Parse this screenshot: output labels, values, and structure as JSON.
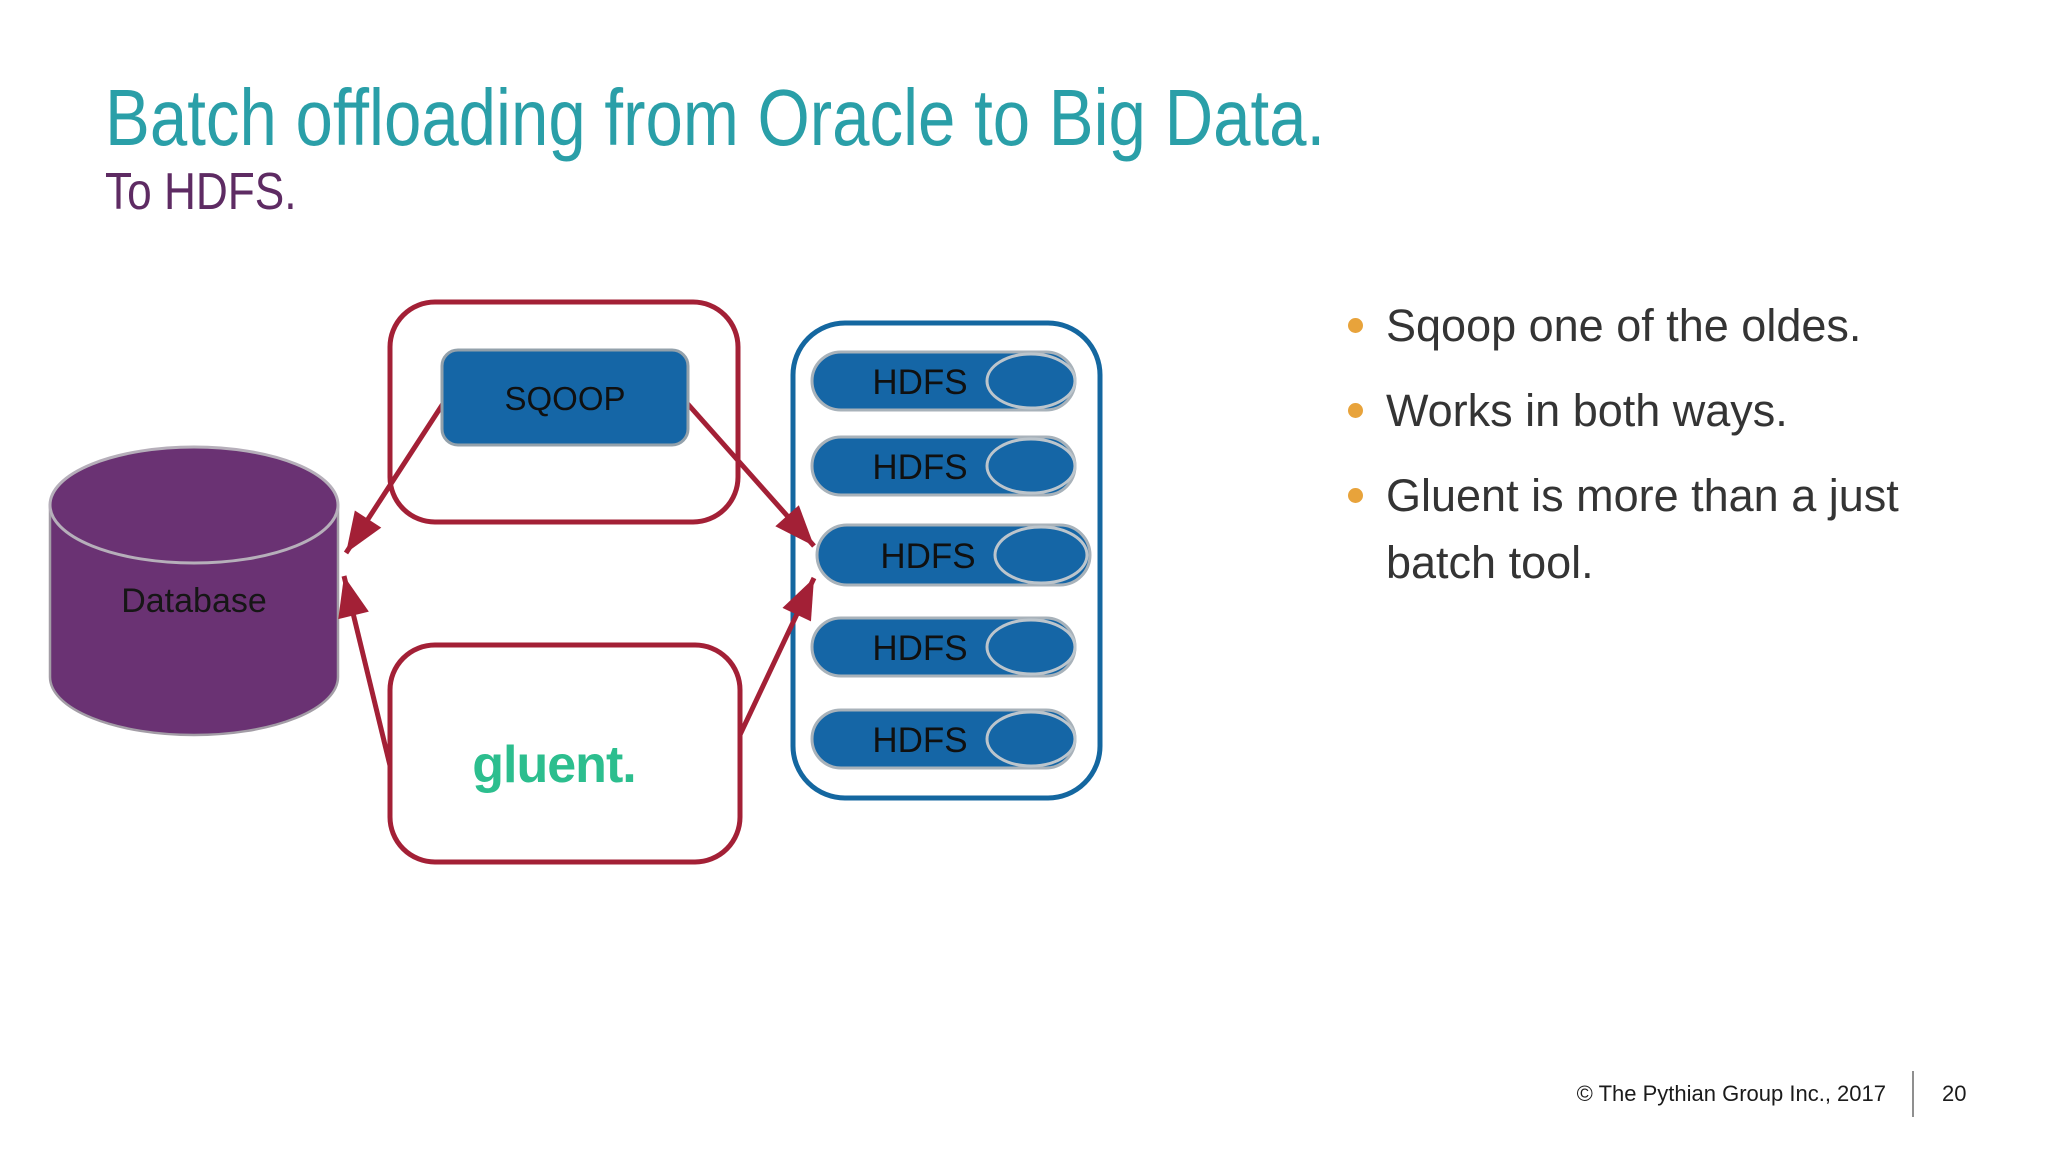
{
  "slide": {
    "title": "Batch offloading from Oracle to Big Data.",
    "subtitle": "To HDFS.",
    "bullets": [
      "Sqoop one of the oldes.",
      "Works in both ways.",
      "Gluent is more than  a just batch tool."
    ],
    "diagram": {
      "database_label": "Database",
      "sqoop_label": "SQOOP",
      "gluent_label": "gluent.",
      "hdfs_nodes": [
        "HDFS",
        "HDFS",
        "HDFS",
        "HDFS",
        "HDFS"
      ],
      "edges": [
        "SQOOP -> Database",
        "SQOOP -> HDFS",
        "gluent -> Database",
        "gluent -> HDFS"
      ],
      "colors": {
        "title_teal": "#2A9FA8",
        "subtitle_purple": "#5E2B63",
        "database_purple": "#6A3273",
        "arrow_red": "#A32036",
        "node_blue": "#1566A6",
        "hdfs_border_blue": "#1467A0",
        "gluent_green": "#2CBE8E",
        "bullet_orange": "#E8A33B"
      }
    },
    "footer": {
      "copyright": "© The Pythian Group Inc., 2017",
      "page_number": "20"
    }
  }
}
